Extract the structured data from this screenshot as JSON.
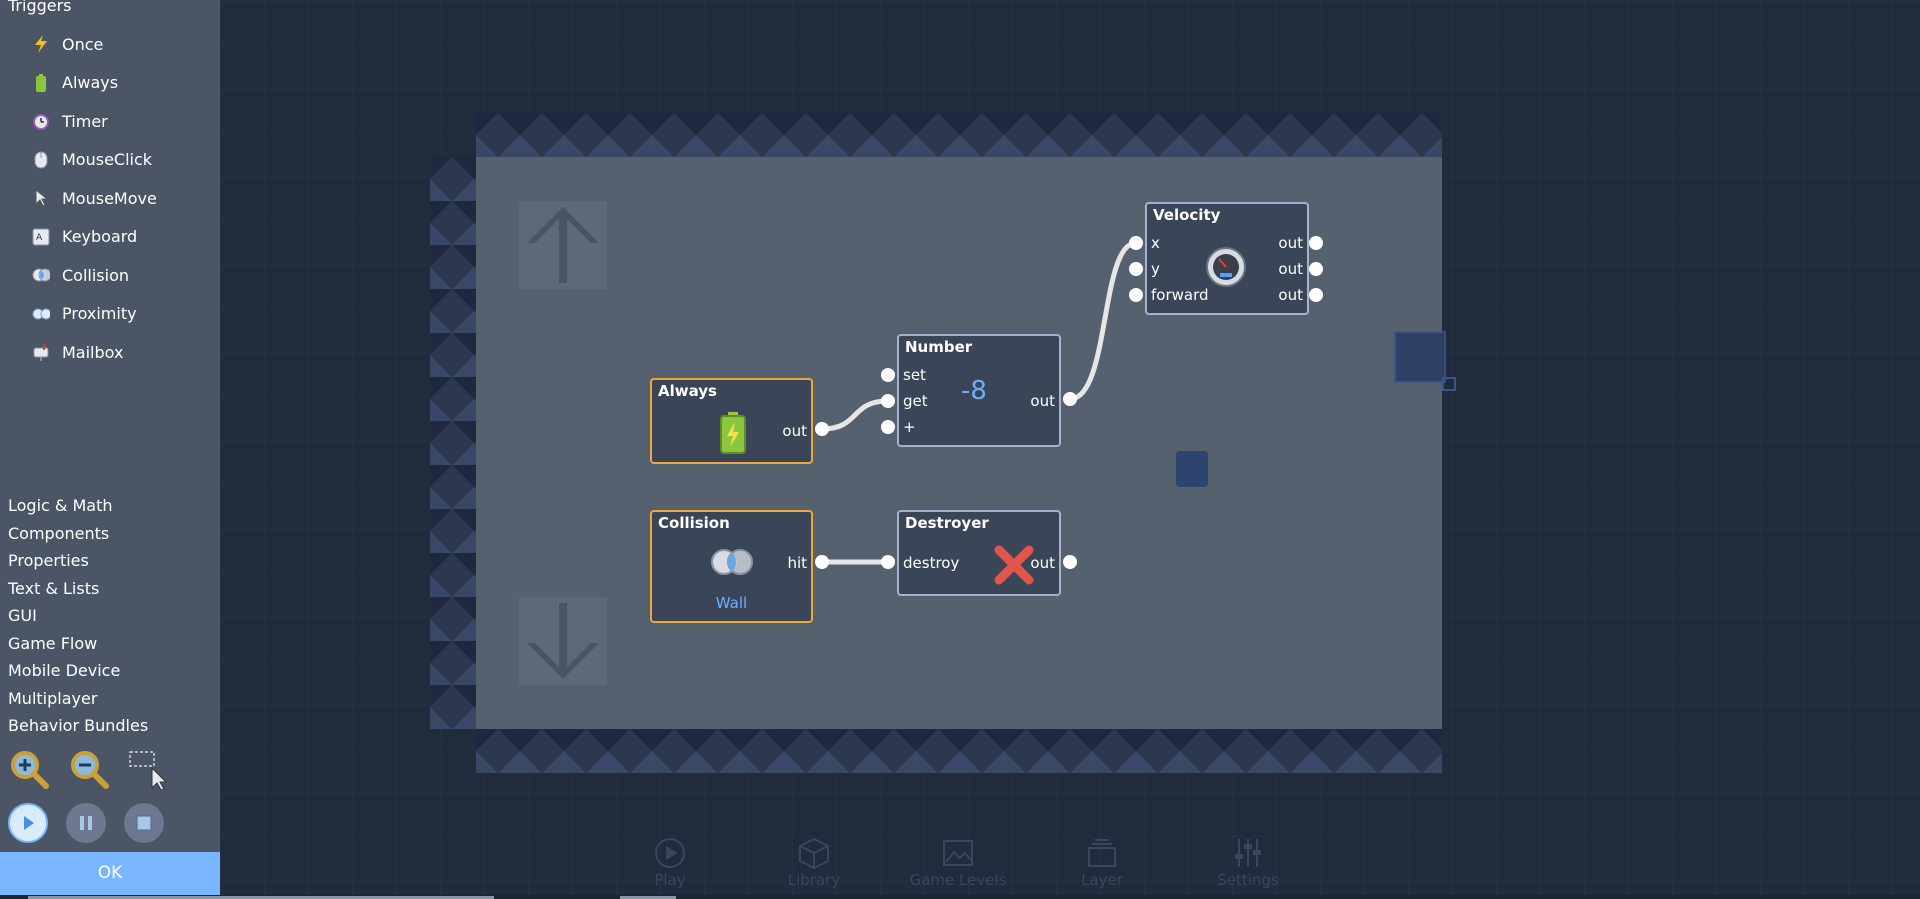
{
  "sidebar": {
    "section_title": "Triggers",
    "items": [
      {
        "label": "Once",
        "icon": "lightning-icon"
      },
      {
        "label": "Always",
        "icon": "battery-icon"
      },
      {
        "label": "Timer",
        "icon": "alarm-clock-icon"
      },
      {
        "label": "MouseClick",
        "icon": "mouse-icon"
      },
      {
        "label": "MouseMove",
        "icon": "cursor-icon"
      },
      {
        "label": "Keyboard",
        "icon": "key-icon"
      },
      {
        "label": "Collision",
        "icon": "collision-icon"
      },
      {
        "label": "Proximity",
        "icon": "proximity-icon"
      },
      {
        "label": "Mailbox",
        "icon": "mailbox-icon"
      }
    ],
    "categories": [
      "Logic & Math",
      "Components",
      "Properties",
      "Text & Lists",
      "GUI",
      "Game Flow",
      "Mobile Device",
      "Multiplayer",
      "Behavior Bundles"
    ],
    "ok_label": "OK"
  },
  "nodes": {
    "velocity": {
      "title": "Velocity",
      "inputs": [
        "x",
        "y",
        "forward"
      ],
      "outputs": [
        "out",
        "out",
        "out"
      ]
    },
    "number": {
      "title": "Number",
      "inputs": [
        "set",
        "get",
        "+"
      ],
      "value": "-8",
      "output": "out"
    },
    "always": {
      "title": "Always",
      "output": "out"
    },
    "collision": {
      "title": "Collision",
      "output": "hit",
      "target": "Wall"
    },
    "destroyer": {
      "title": "Destroyer",
      "input": "destroy",
      "output": "out"
    }
  },
  "bottom_nav": [
    "Play",
    "Library",
    "Game Levels",
    "Layer",
    "Settings"
  ],
  "colors": {
    "trigger_border": "#f2a63a",
    "node_border": "#a7b1cf",
    "accent": "#7ab6ff",
    "number_value": "#6ab0ff"
  }
}
